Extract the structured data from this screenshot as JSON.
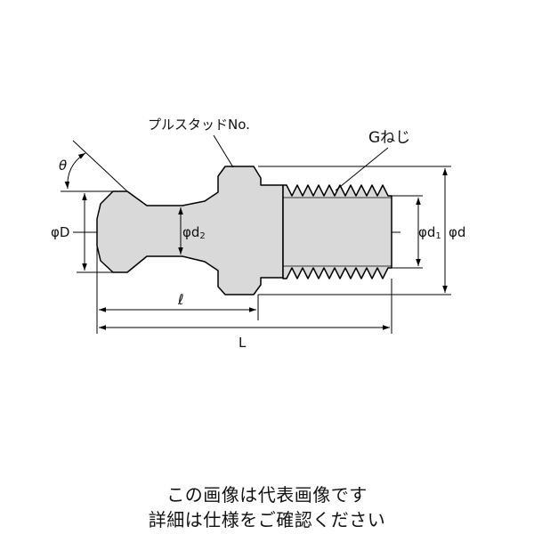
{
  "labels": {
    "pull_stud_no": "プルスタッドNo.",
    "g_thread": "Gねじ",
    "theta": "θ",
    "phi_D": "φD",
    "phi_d2": "φd",
    "phi_d2_sub": "2",
    "phi_d1": "φd",
    "phi_d1_sub": "1",
    "phi_d": "φd",
    "ell": "ℓ",
    "L": "L"
  },
  "caption": {
    "line1": "この画像は代表画像です",
    "line2": "詳細は仕様をご確認ください"
  },
  "colors": {
    "body_fill": "#d9d9d9",
    "outline": "#000000",
    "text": "#111111"
  }
}
